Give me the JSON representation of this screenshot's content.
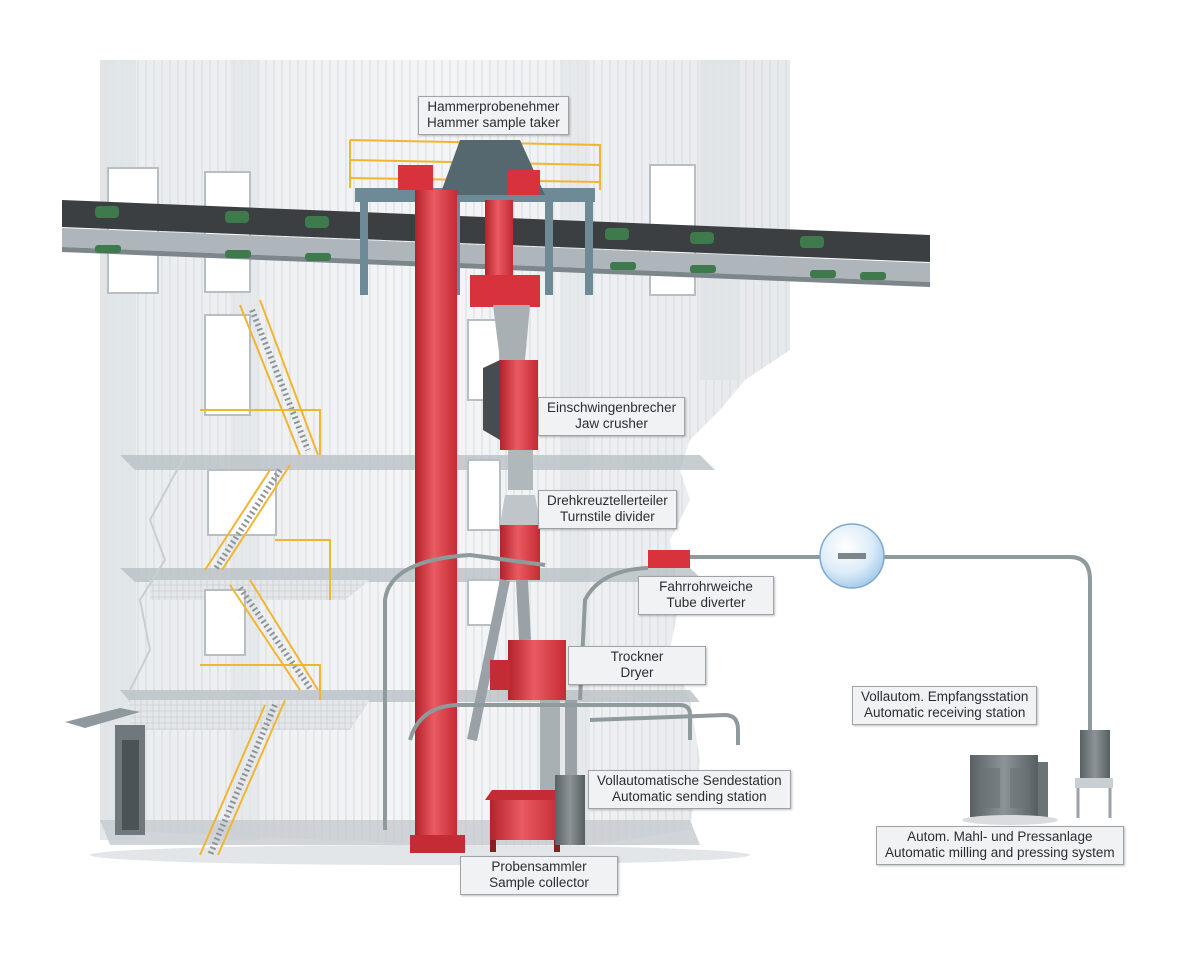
{
  "labels": {
    "hammer": {
      "de": "Hammerprobenehmer",
      "en": "Hammer sample taker"
    },
    "jaw": {
      "de": "Einschwingenbrecher",
      "en": "Jaw crusher"
    },
    "turnstile": {
      "de": "Drehkreuztellerteiler",
      "en": "Turnstile divider"
    },
    "diverter": {
      "de": "Fahrrohrweiche",
      "en": "Tube diverter"
    },
    "dryer": {
      "de": "Trockner",
      "en": "Dryer"
    },
    "receiving": {
      "de": "Vollautom. Empfangsstation",
      "en": "Automatic receiving station"
    },
    "sending": {
      "de": "Vollautomatische Sendestation",
      "en": "Automatic sending station"
    },
    "milling": {
      "de": "Autom. Mahl- und Pressanlage",
      "en": "Automatic milling and pressing system"
    },
    "collector": {
      "de": "Probensammler",
      "en": "Sample collector"
    }
  },
  "colors": {
    "equipment_red": "#d8323c",
    "railing_yellow": "#f2b531",
    "steel_blue": "#6e8a96",
    "roller_green": "#3e7a4c",
    "pipe_gray": "#8e9a9c"
  }
}
